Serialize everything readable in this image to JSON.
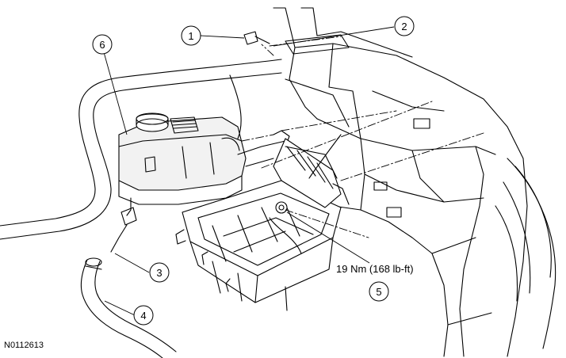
{
  "callouts": [
    {
      "label": "1"
    },
    {
      "label": "2"
    },
    {
      "label": "3"
    },
    {
      "label": "4"
    },
    {
      "label": "5"
    },
    {
      "label": "6"
    }
  ],
  "torque_spec": "19 Nm (168 lb-ft)",
  "figure_id": "N0112613",
  "colors": {
    "line": "#000000",
    "background": "#ffffff",
    "part_fill": "#f2f2f2",
    "shade": "#555555"
  }
}
